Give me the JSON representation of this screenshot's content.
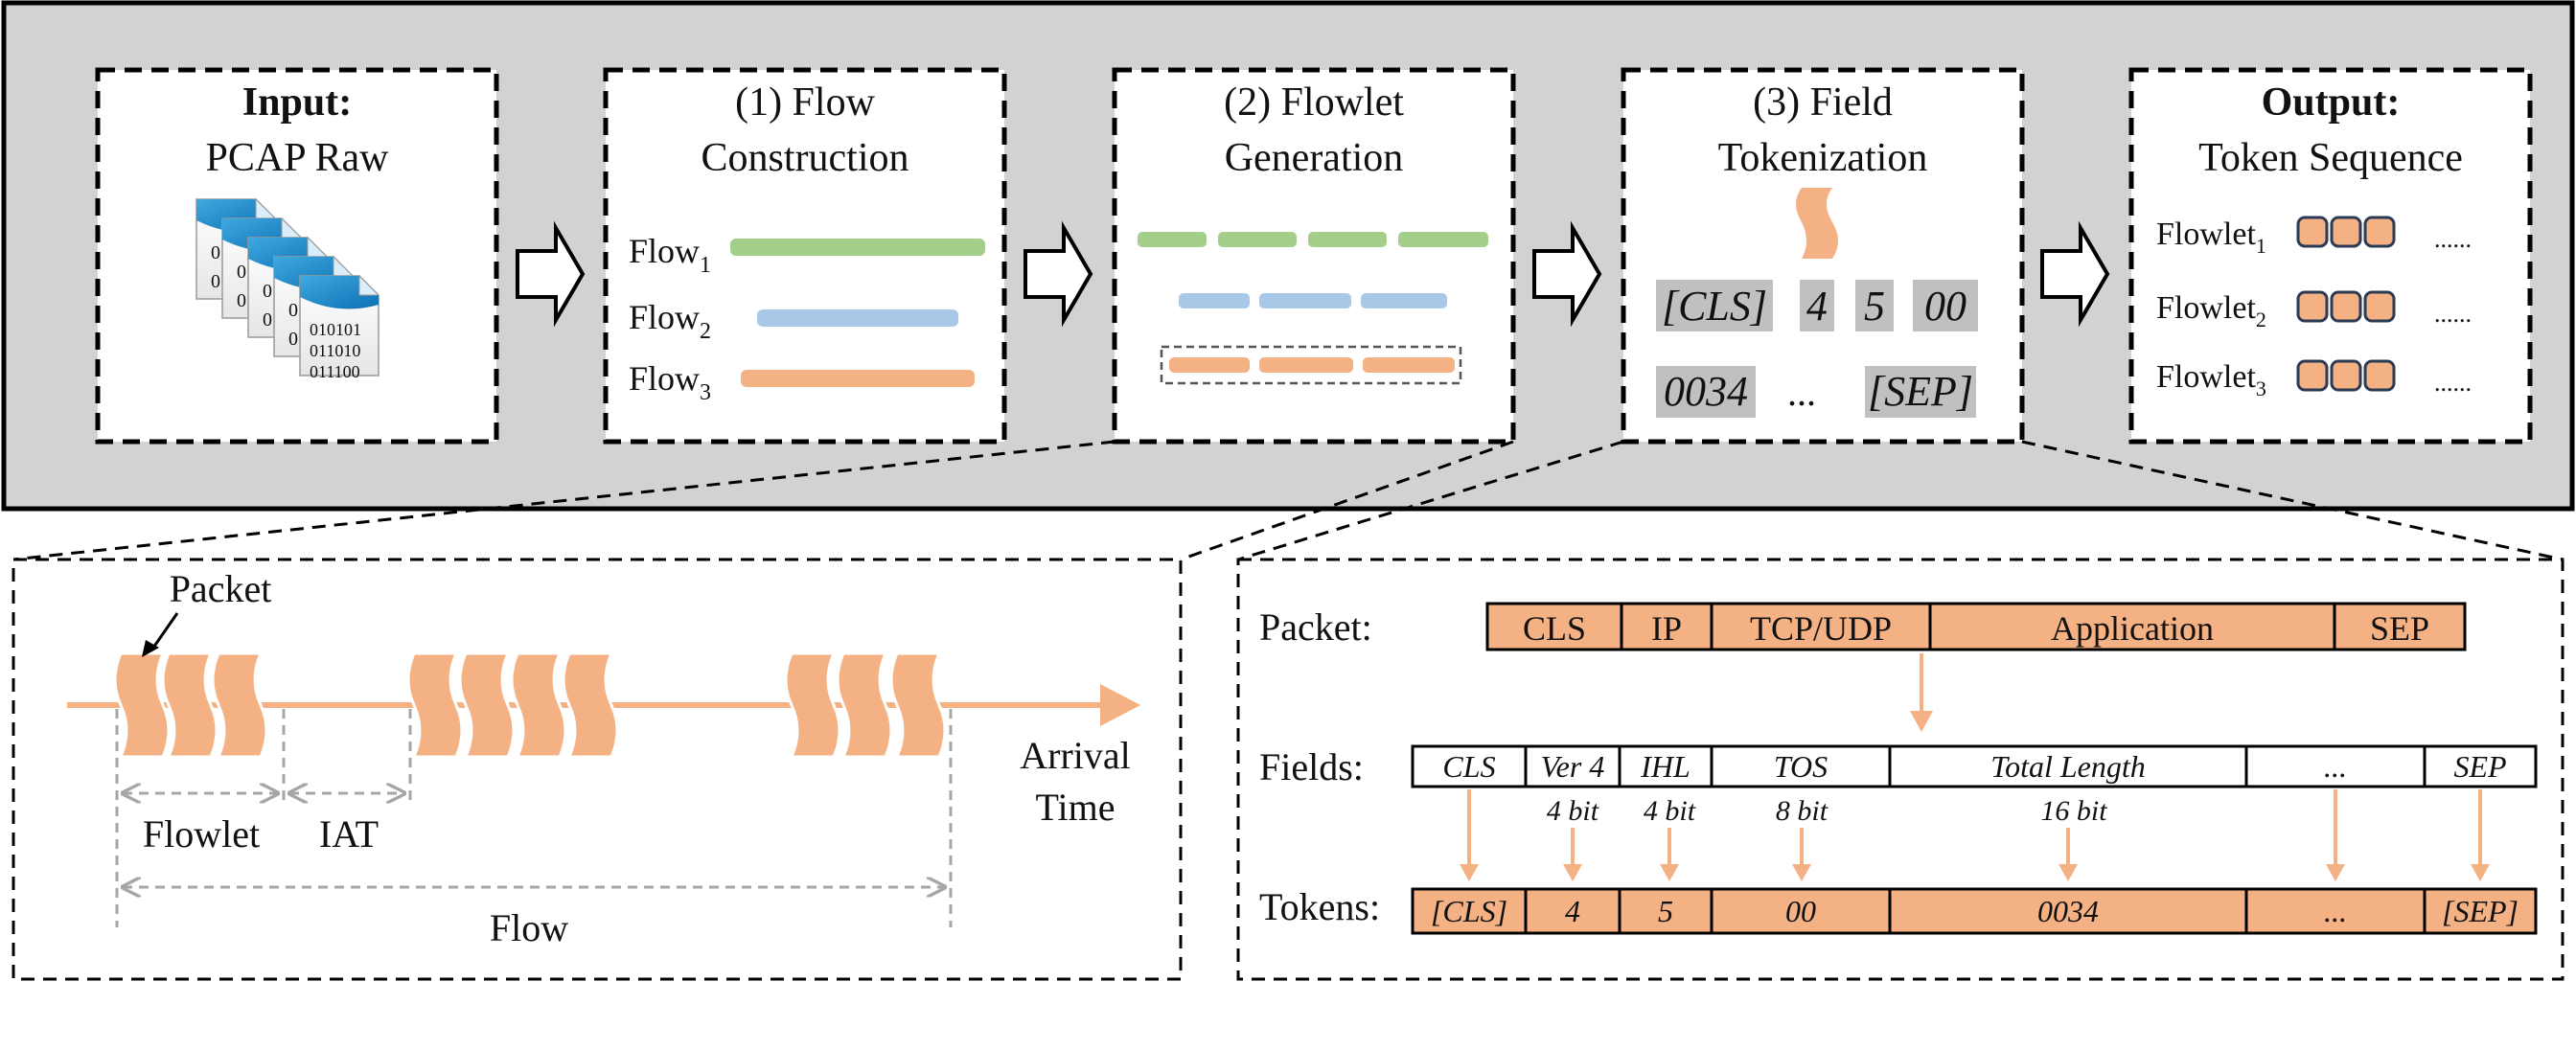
{
  "pipeline": {
    "input": {
      "title": "Input:",
      "subtitle": "PCAP Raw",
      "file_bits": [
        "010101",
        "011010",
        "011100"
      ],
      "file_col": "0"
    },
    "step1": {
      "line1": "(1) Flow",
      "line2": "Construction",
      "flows": [
        {
          "label": "Flow",
          "sub": "1",
          "color": "#a3cf8a"
        },
        {
          "label": "Flow",
          "sub": "2",
          "color": "#a8c8e8"
        },
        {
          "label": "Flow",
          "sub": "3",
          "color": "#f4b183"
        }
      ]
    },
    "step2": {
      "line1": "(2) Flowlet",
      "line2": "Generation"
    },
    "step3": {
      "line1": "(3) Field",
      "line2": "Tokenization",
      "tokens_row1": [
        "[CLS]",
        "4",
        "5",
        "00"
      ],
      "tokens_row2": [
        "0034",
        "...",
        "[SEP]"
      ]
    },
    "output": {
      "title": "Output:",
      "subtitle": "Token Sequence",
      "rows": [
        {
          "label": "Flowlet",
          "sub": "1",
          "dots": "......"
        },
        {
          "label": "Flowlet",
          "sub": "2",
          "dots": "......"
        },
        {
          "label": "Flowlet",
          "sub": "3",
          "dots": "......"
        }
      ]
    }
  },
  "flow_detail": {
    "packet_label": "Packet",
    "arrival_line1": "Arrival",
    "arrival_line2": "Time",
    "flowlet_label": "Flowlet",
    "iat_label": "IAT",
    "flow_label": "Flow"
  },
  "token_detail": {
    "packet_row_label": "Packet:",
    "packet_cells": [
      "CLS",
      "IP",
      "TCP/UDP",
      "Application",
      "SEP"
    ],
    "fields_row_label": "Fields:",
    "field_cells": [
      "CLS",
      "Ver 4",
      "IHL",
      "TOS",
      "Total Length",
      "...",
      "SEP"
    ],
    "field_bits": [
      "4 bit",
      "4 bit",
      "8 bit",
      "16 bit"
    ],
    "tokens_row_label": "Tokens:",
    "token_cells": [
      "[CLS]",
      "4",
      "5",
      "00",
      "0034",
      "...",
      "[SEP]"
    ]
  },
  "colors": {
    "panel_bg": "#d2d2d2",
    "orange": "#f4b183",
    "green": "#a3cf8a",
    "blue": "#a8c8e8",
    "token_gray": "#c0c0c0",
    "dash_gray": "#a6a6a6"
  }
}
